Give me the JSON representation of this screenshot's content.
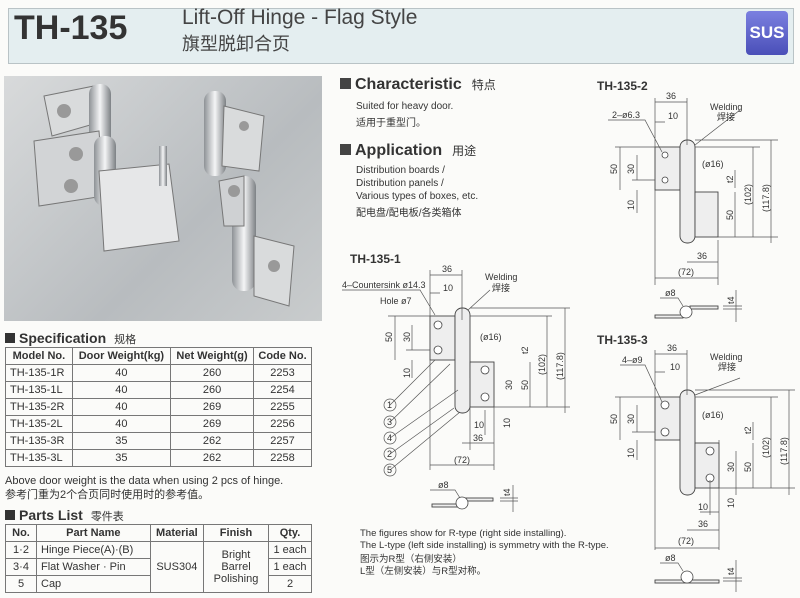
{
  "header": {
    "model": "TH-135",
    "title_en": "Lift-Off Hinge - Flag Style",
    "title_cn": "旗型脱卸合页",
    "badge": "SUS",
    "badge_color": "#5b5fc7"
  },
  "specification": {
    "title": "Specification",
    "title_cn": "规格",
    "columns": [
      "Model No.",
      "Door Weight(kg)",
      "Net Weight(g)",
      "Code No."
    ],
    "rows": [
      [
        "TH-135-1R",
        "40",
        "260",
        "2253"
      ],
      [
        "TH-135-1L",
        "40",
        "260",
        "2254"
      ],
      [
        "TH-135-2R",
        "40",
        "269",
        "2255"
      ],
      [
        "TH-135-2L",
        "40",
        "269",
        "2256"
      ],
      [
        "TH-135-3R",
        "35",
        "262",
        "2257"
      ],
      [
        "TH-135-3L",
        "35",
        "262",
        "2258"
      ]
    ],
    "note_en": "Above door weight is the data when using 2 pcs of hinge.",
    "note_cn": "参考门重为2个合页同时使用时的参考值。"
  },
  "parts": {
    "title": "Parts List",
    "title_cn": "零件表",
    "columns": [
      "No.",
      "Part Name",
      "Material",
      "Finish",
      "Qty."
    ],
    "rows": [
      [
        "1·2",
        "Hinge Piece(A)·(B)",
        "1 each"
      ],
      [
        "3·4",
        "Flat Washer · Pin",
        "1 each"
      ],
      [
        "5",
        "Cap",
        "2"
      ]
    ],
    "material": "SUS304",
    "finish": "Bright Barrel Polishing"
  },
  "characteristic": {
    "title": "Characteristic",
    "title_cn": "特点",
    "en": "Suited for heavy door.",
    "cn": "适用于重型门。"
  },
  "application": {
    "title": "Application",
    "title_cn": "用途",
    "lines": [
      "Distribution boards /",
      "Distribution panels /",
      "Various types of boxes, etc."
    ],
    "cn": "配电盘/配电板/各类箱体"
  },
  "drawings": {
    "common": {
      "d36": "36",
      "d10": "10",
      "d50": "50",
      "d30": "30",
      "d16": "(ø16)",
      "t2": "t2",
      "d102": "(102)",
      "d1178": "(117.8)",
      "d72": "(72)",
      "d8": "ø8",
      "t4": "t4",
      "welding": "Welding",
      "welding_cn": "焊接"
    },
    "th1": {
      "label": "TH-135-1",
      "hole_note": "4–Countersink ø14.3",
      "hole_note2": "Hole ø7",
      "callouts": [
        "1",
        "3",
        "4",
        "2",
        "5"
      ]
    },
    "th2": {
      "label": "TH-135-2",
      "hole_note": "2–ø6.3"
    },
    "th3": {
      "label": "TH-135-3",
      "hole_note": "4–ø9"
    }
  },
  "notes": {
    "en1": "The figures show for R-type (right side installing).",
    "en2": "The L-type (left side installing) is symmetry with the R-type.",
    "cn1": "图示为R型（右侧安装）",
    "cn2": "L型（左侧安装）与R型对称。"
  }
}
